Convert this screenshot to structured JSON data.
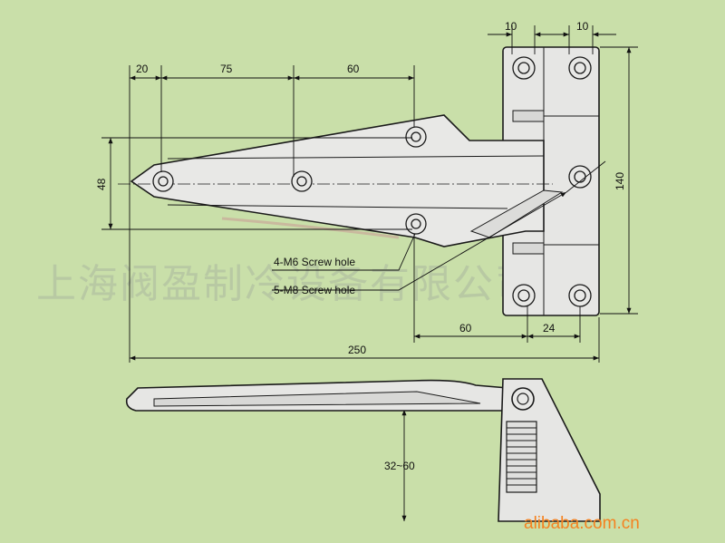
{
  "dimensions": {
    "d20": "20",
    "d75": "75",
    "d60_top": "60",
    "d10_left": "10",
    "d10_right": "10",
    "d48": "48",
    "d140": "140",
    "d60_bottom": "60",
    "d24": "24",
    "d250": "250",
    "d32_60": "32~60"
  },
  "labels": {
    "m6": "4-M6 Screw hole",
    "m8": "5-M8 Screw hole"
  },
  "watermark": "上海阀盈制冷设备有限公司",
  "brand": "alibaba.com.cn",
  "colors": {
    "background": "#c9dfa9",
    "metal": "#e4e4e2",
    "line": "#1a1a1a",
    "brand": "#f58220"
  }
}
